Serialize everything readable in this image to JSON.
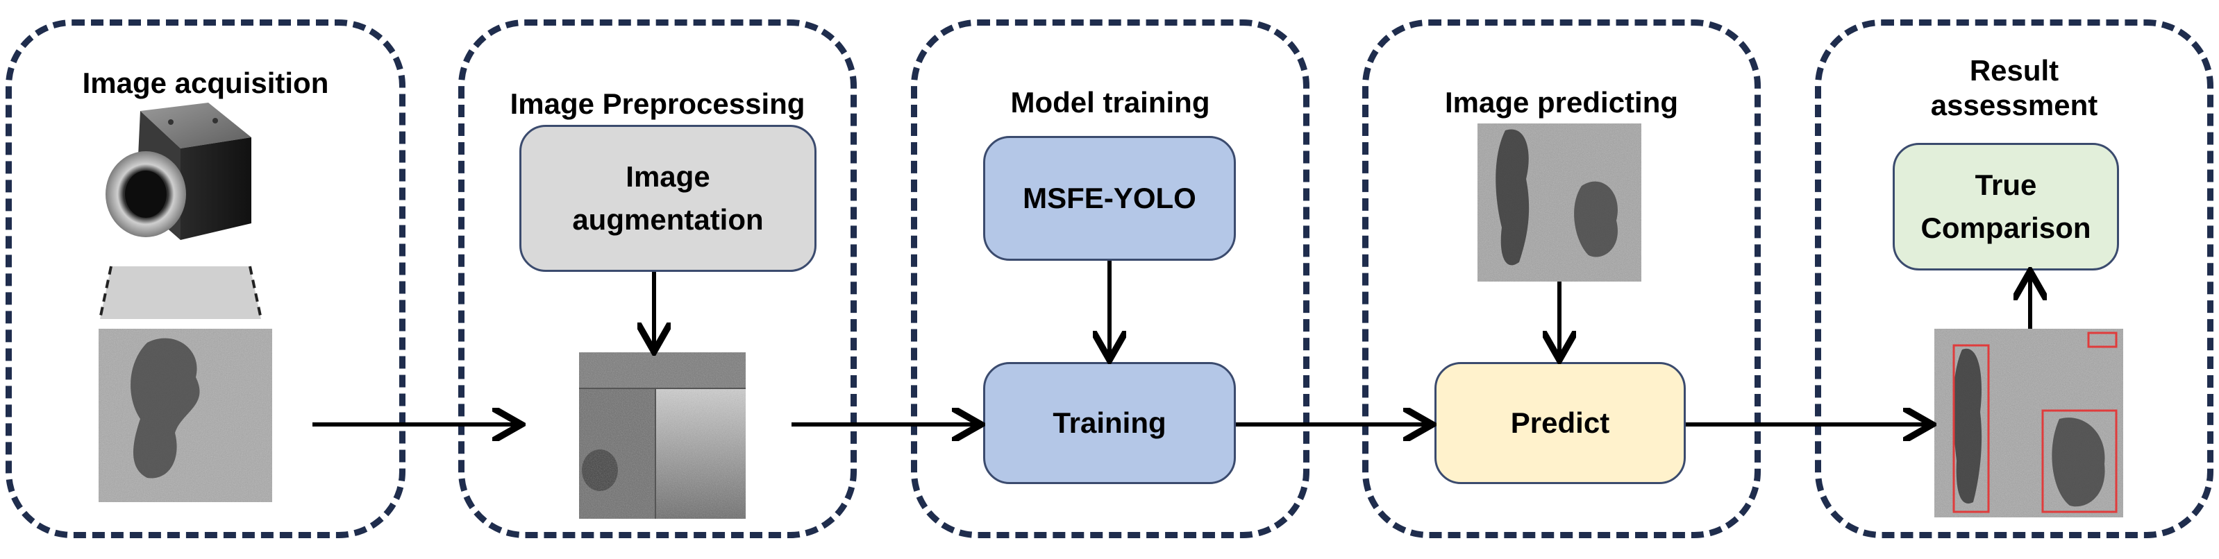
{
  "stages": [
    {
      "title": "Image acquisition"
    },
    {
      "title": "Image Preprocessing"
    },
    {
      "title": "Model training"
    },
    {
      "title": "Image predicting"
    },
    {
      "title": "Result\nassessment"
    }
  ],
  "boxes": {
    "augmentation": "Image\naugmentation",
    "model": "MSFE-YOLO",
    "training": "Training",
    "predict": "Predict",
    "comparison": "True\nComparison"
  },
  "colors": {
    "stage_border": "#1f2d4d",
    "augmentation_fill": "#d9d9d9",
    "model_fill": "#b4c7e7",
    "training_fill": "#b4c7e7",
    "predict_fill": "#fff2cc",
    "comparison_fill": "#e2efda",
    "detection_box": "#e03c3c"
  },
  "icons": {
    "camera": "industrial-camera-icon",
    "defect_images": "grayscale-defect-image"
  }
}
